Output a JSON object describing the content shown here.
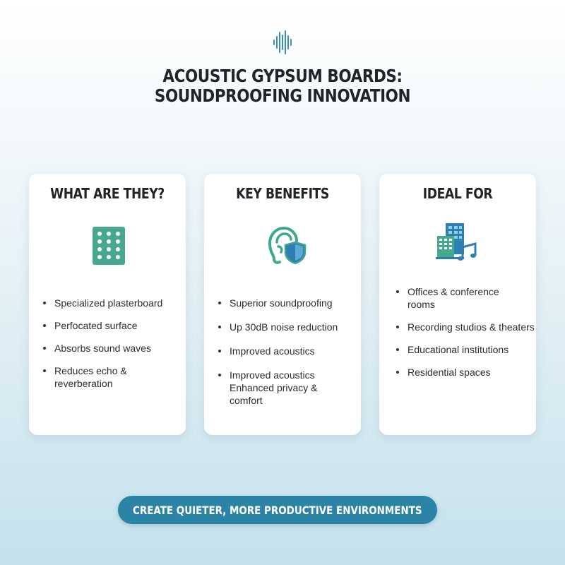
{
  "header": {
    "icon": "sound-wave-icon",
    "title_line1": "ACOUSTIC GYPSUM BOARDS:",
    "title_line2": "SOUNDPROOFING INNOVATION"
  },
  "cards": [
    {
      "title": "WHAT ARE THEY?",
      "icon": "perforated-board-icon",
      "points": [
        "Specialized plasterboard",
        "Perfocated surface",
        "Absorbs sound waves",
        "Reduces echo & reverberation"
      ]
    },
    {
      "title": "KEY BENEFITS",
      "icon": "ear-shield-icon",
      "points": [
        "Superior soundproofing",
        "Up 30dB noise reduction",
        "Improved acoustics",
        "Improved acoustics Enhanced privacy & comfort"
      ]
    },
    {
      "title": "IDEAL FOR",
      "icon": "buildings-music-icon",
      "points": [
        "Offices & conference rooms",
        "Recording studios & theaters",
        "Educational institutions",
        "Residential spaces"
      ]
    }
  ],
  "cta": {
    "label": "CREATE QUIETER, MORE PRODUCTIVE ENVIRONMENTS"
  },
  "colors": {
    "accent": "#2b84a5",
    "teal": "#3fa88c",
    "blue": "#2f7fb3"
  }
}
